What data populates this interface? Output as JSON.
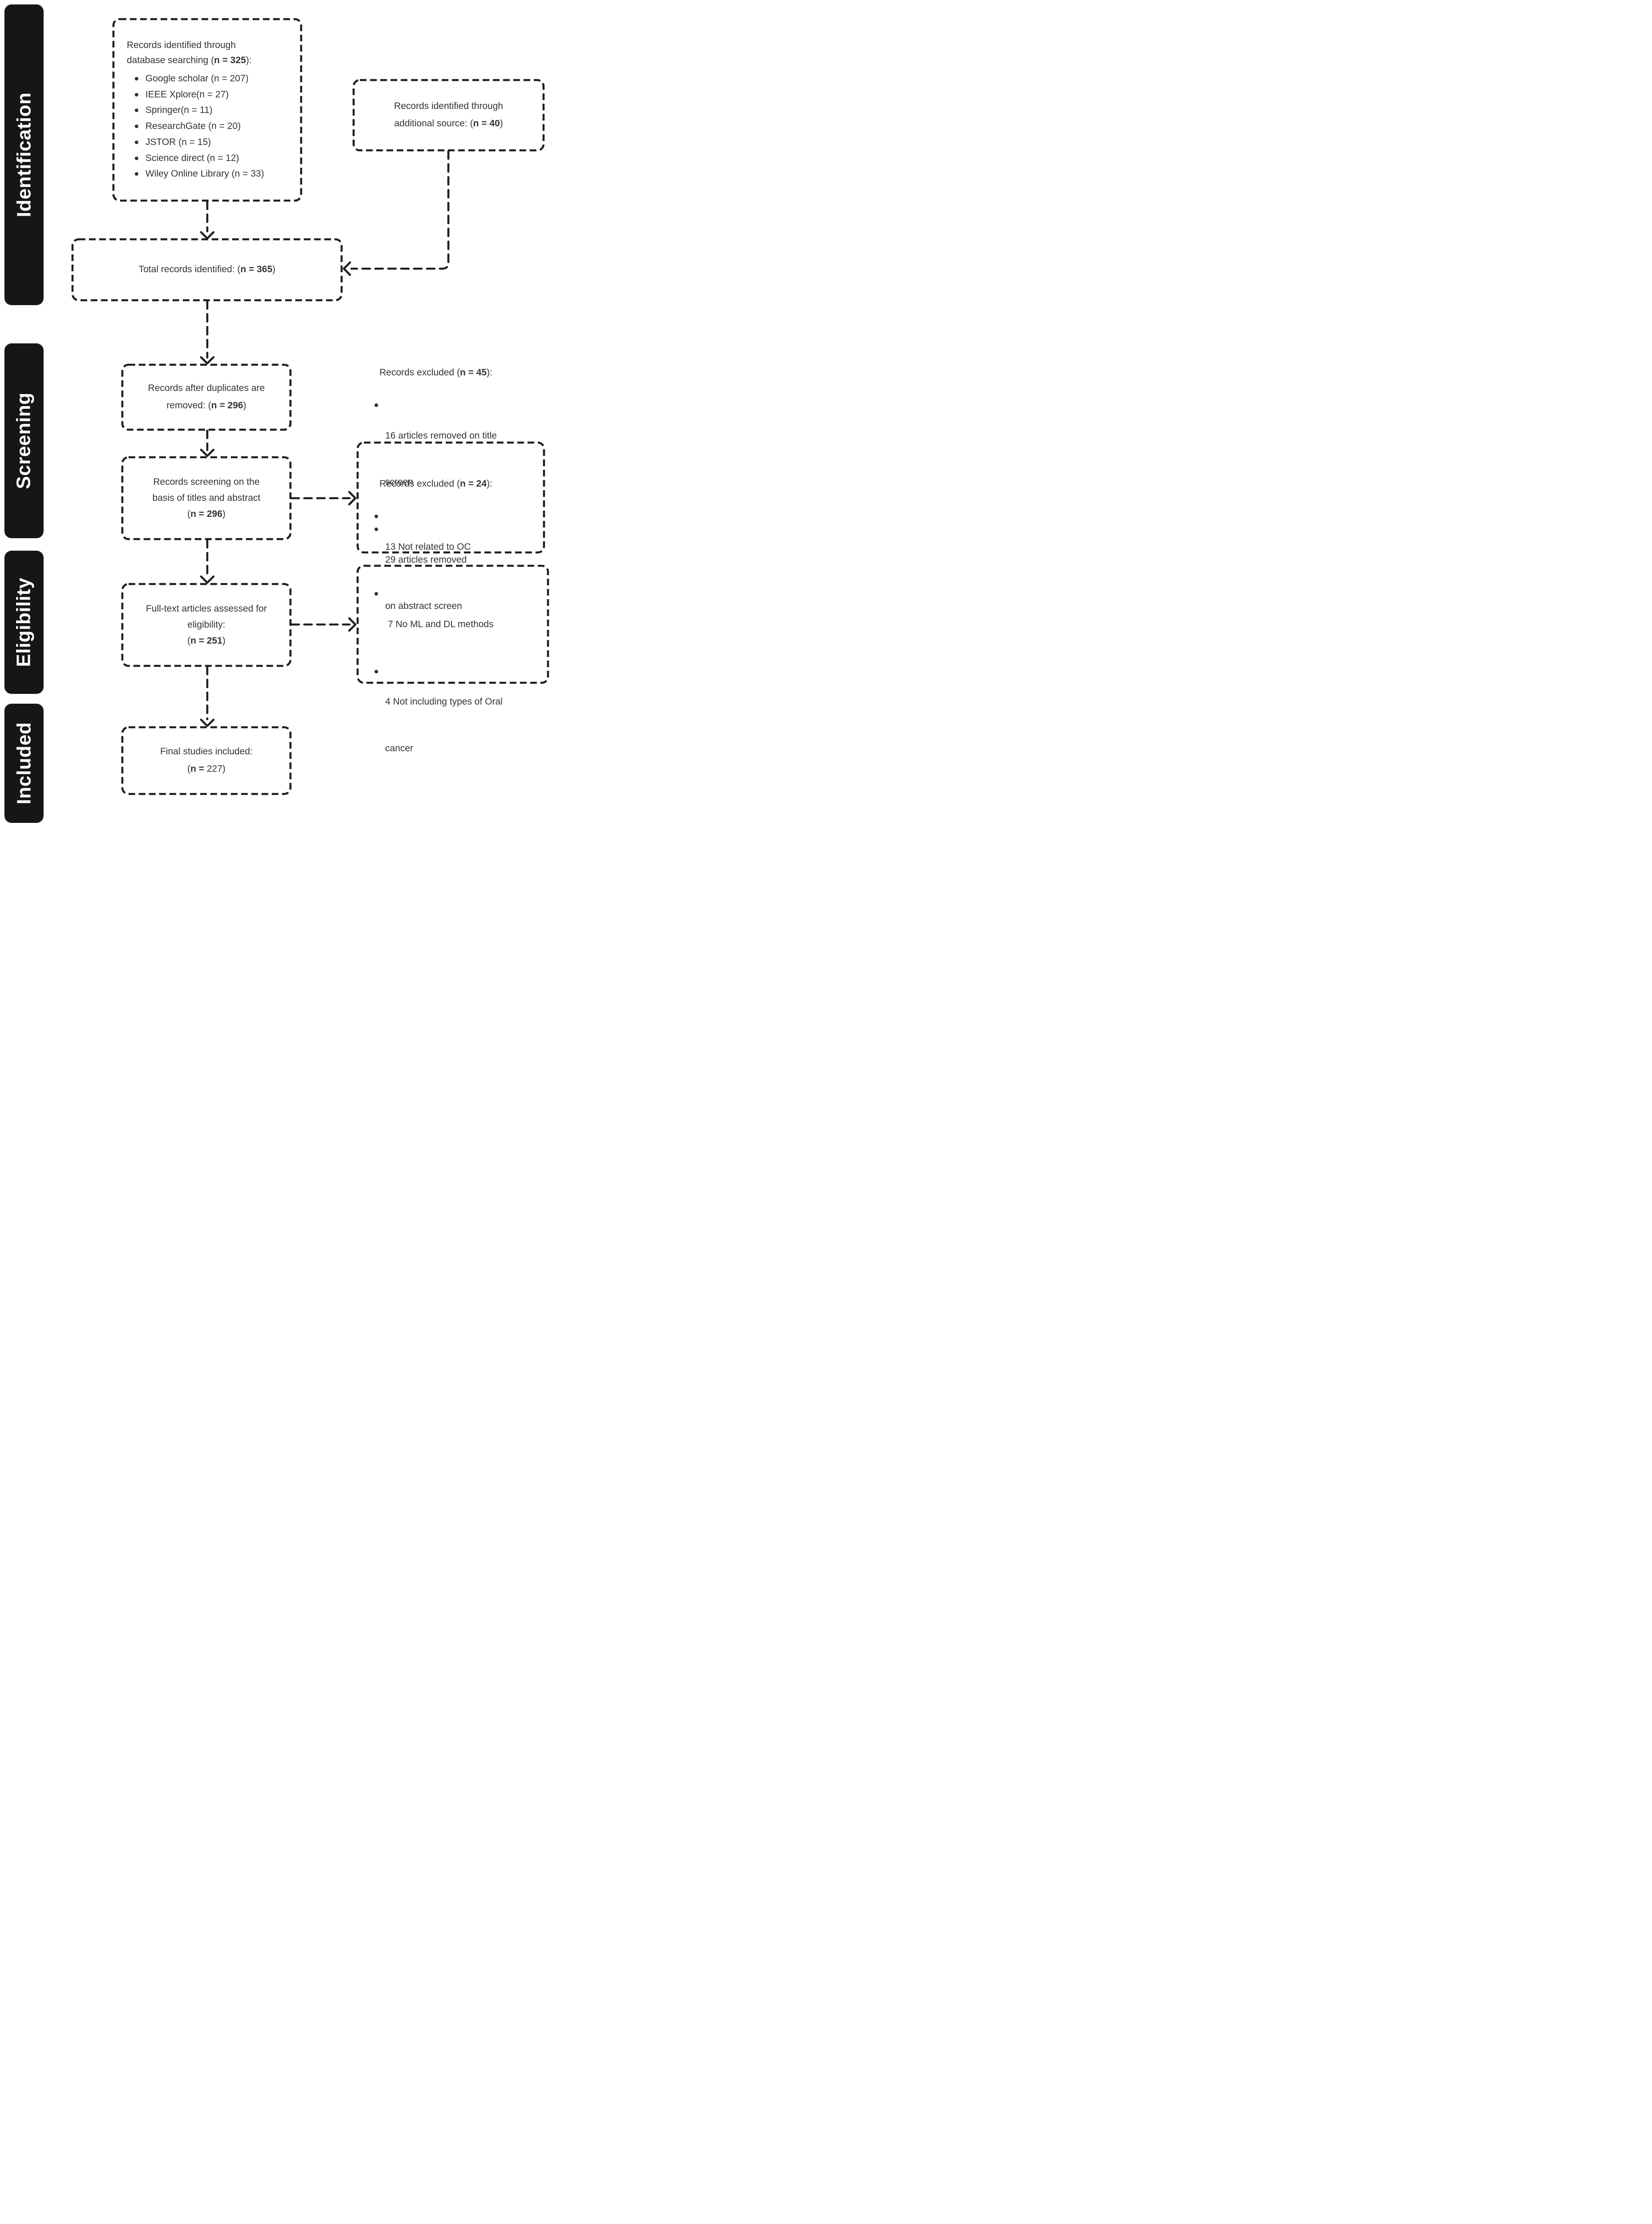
{
  "colors": {
    "ink": "#1f1f1f",
    "text": "#333333",
    "band_background": "#161616",
    "band_text": "#ffffff",
    "page_background": "#ffffff"
  },
  "sidebar": {
    "identification": "Identification",
    "screening": "Screening",
    "eligibility": "Eligibility",
    "included": "Included"
  },
  "boxes": {
    "database": {
      "lines": [
        {
          "pre": "Records identified through"
        },
        {
          "pre": "database searching (",
          "bold": "n = 325",
          "post": "):"
        }
      ],
      "items": [
        "Google scholar (n = 207)",
        "IEEE Xplore(n = 27)",
        "Springer(n = 11)",
        "ResearchGate (n = 20)",
        "JSTOR (n = 15)",
        "Science direct (n = 12)",
        "Wiley Online Library (n = 33)"
      ]
    },
    "additional": {
      "lines": [
        {
          "pre": "Records identified through"
        },
        {
          "pre": "additional source: (",
          "bold": "n = 40",
          "post": ")"
        }
      ]
    },
    "total": {
      "lines": [
        {
          "pre": "Total records identified: (",
          "bold": "n = 365",
          "post": ")"
        }
      ]
    },
    "duplicates": {
      "lines": [
        {
          "pre": "Records after duplicates are"
        },
        {
          "pre": "removed: (",
          "bold": "n = 296",
          "post": ")"
        }
      ]
    },
    "screening": {
      "lines": [
        {
          "pre": "Records screening on the"
        },
        {
          "pre": "basis of titles and abstract"
        },
        {
          "pre": "(",
          "bold": "n = 296",
          "post": ")"
        }
      ]
    },
    "excluded_title": {
      "lines": [
        {
          "pre": "Records excluded (",
          "bold": "n = 45",
          "post": "):"
        }
      ],
      "items": [
        {
          "line1": "16 articles removed on title",
          "line2": "screen"
        },
        {
          "line1": "29 articles removed",
          "line2": "on abstract screen"
        }
      ]
    },
    "fulltext": {
      "lines": [
        {
          "pre": "Full-text articles assessed for"
        },
        {
          "pre": "eligibility:"
        },
        {
          "pre": "(",
          "bold": "n = 251",
          "post": ")"
        }
      ]
    },
    "excluded_fulltext": {
      "lines": [
        {
          "pre": "Records excluded (",
          "bold": "n = 24",
          "post": "):"
        }
      ],
      "items": [
        {
          "line1": "13 Not related to OC",
          "line2": ""
        },
        {
          "line1": " 7 No ML and DL methods",
          "line2": ""
        },
        {
          "line1": "4 Not including types of Oral",
          "line2": "cancer"
        }
      ]
    },
    "final": {
      "lines": [
        {
          "pre": "Final studies included:"
        },
        {
          "pre": "(",
          "bold": "n =",
          "post": " 227)"
        }
      ]
    }
  }
}
